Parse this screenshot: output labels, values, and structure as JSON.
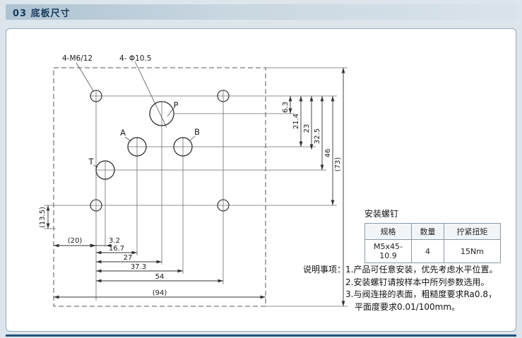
{
  "page": {
    "header_title": "03 底板尺寸"
  },
  "drawing": {
    "callouts": [
      "4-M6/12",
      "4- Φ10.5"
    ],
    "ports": [
      "P",
      "A",
      "B",
      "T"
    ],
    "dims_right": [
      "6.3",
      "21.4",
      "23",
      "32.5",
      "46",
      "(73)"
    ],
    "dims_bottom": [
      "(20)",
      "3.2",
      "16.7",
      "27",
      "37.3",
      "54",
      "(94)"
    ],
    "dims_left": [
      "(13.5)"
    ]
  },
  "screw_table": {
    "title": "安装螺钉",
    "headers": [
      "规格",
      "数量",
      "拧紧扭矩"
    ],
    "rows": [
      [
        "M5x45-10.9",
        "4",
        "15Nm"
      ]
    ]
  },
  "notes": [
    "说明事项：1.产品可任意安装，优先考虑水平位置。",
    "2.安装螺钉请按样本中所列参数选用。",
    "3.与阀连接的表面，粗糙度要求Ra0.8，",
    "平面度要求0.01/100mm。"
  ],
  "colors": {
    "accent_navy": "#25527c",
    "header_text": "#16395c"
  }
}
